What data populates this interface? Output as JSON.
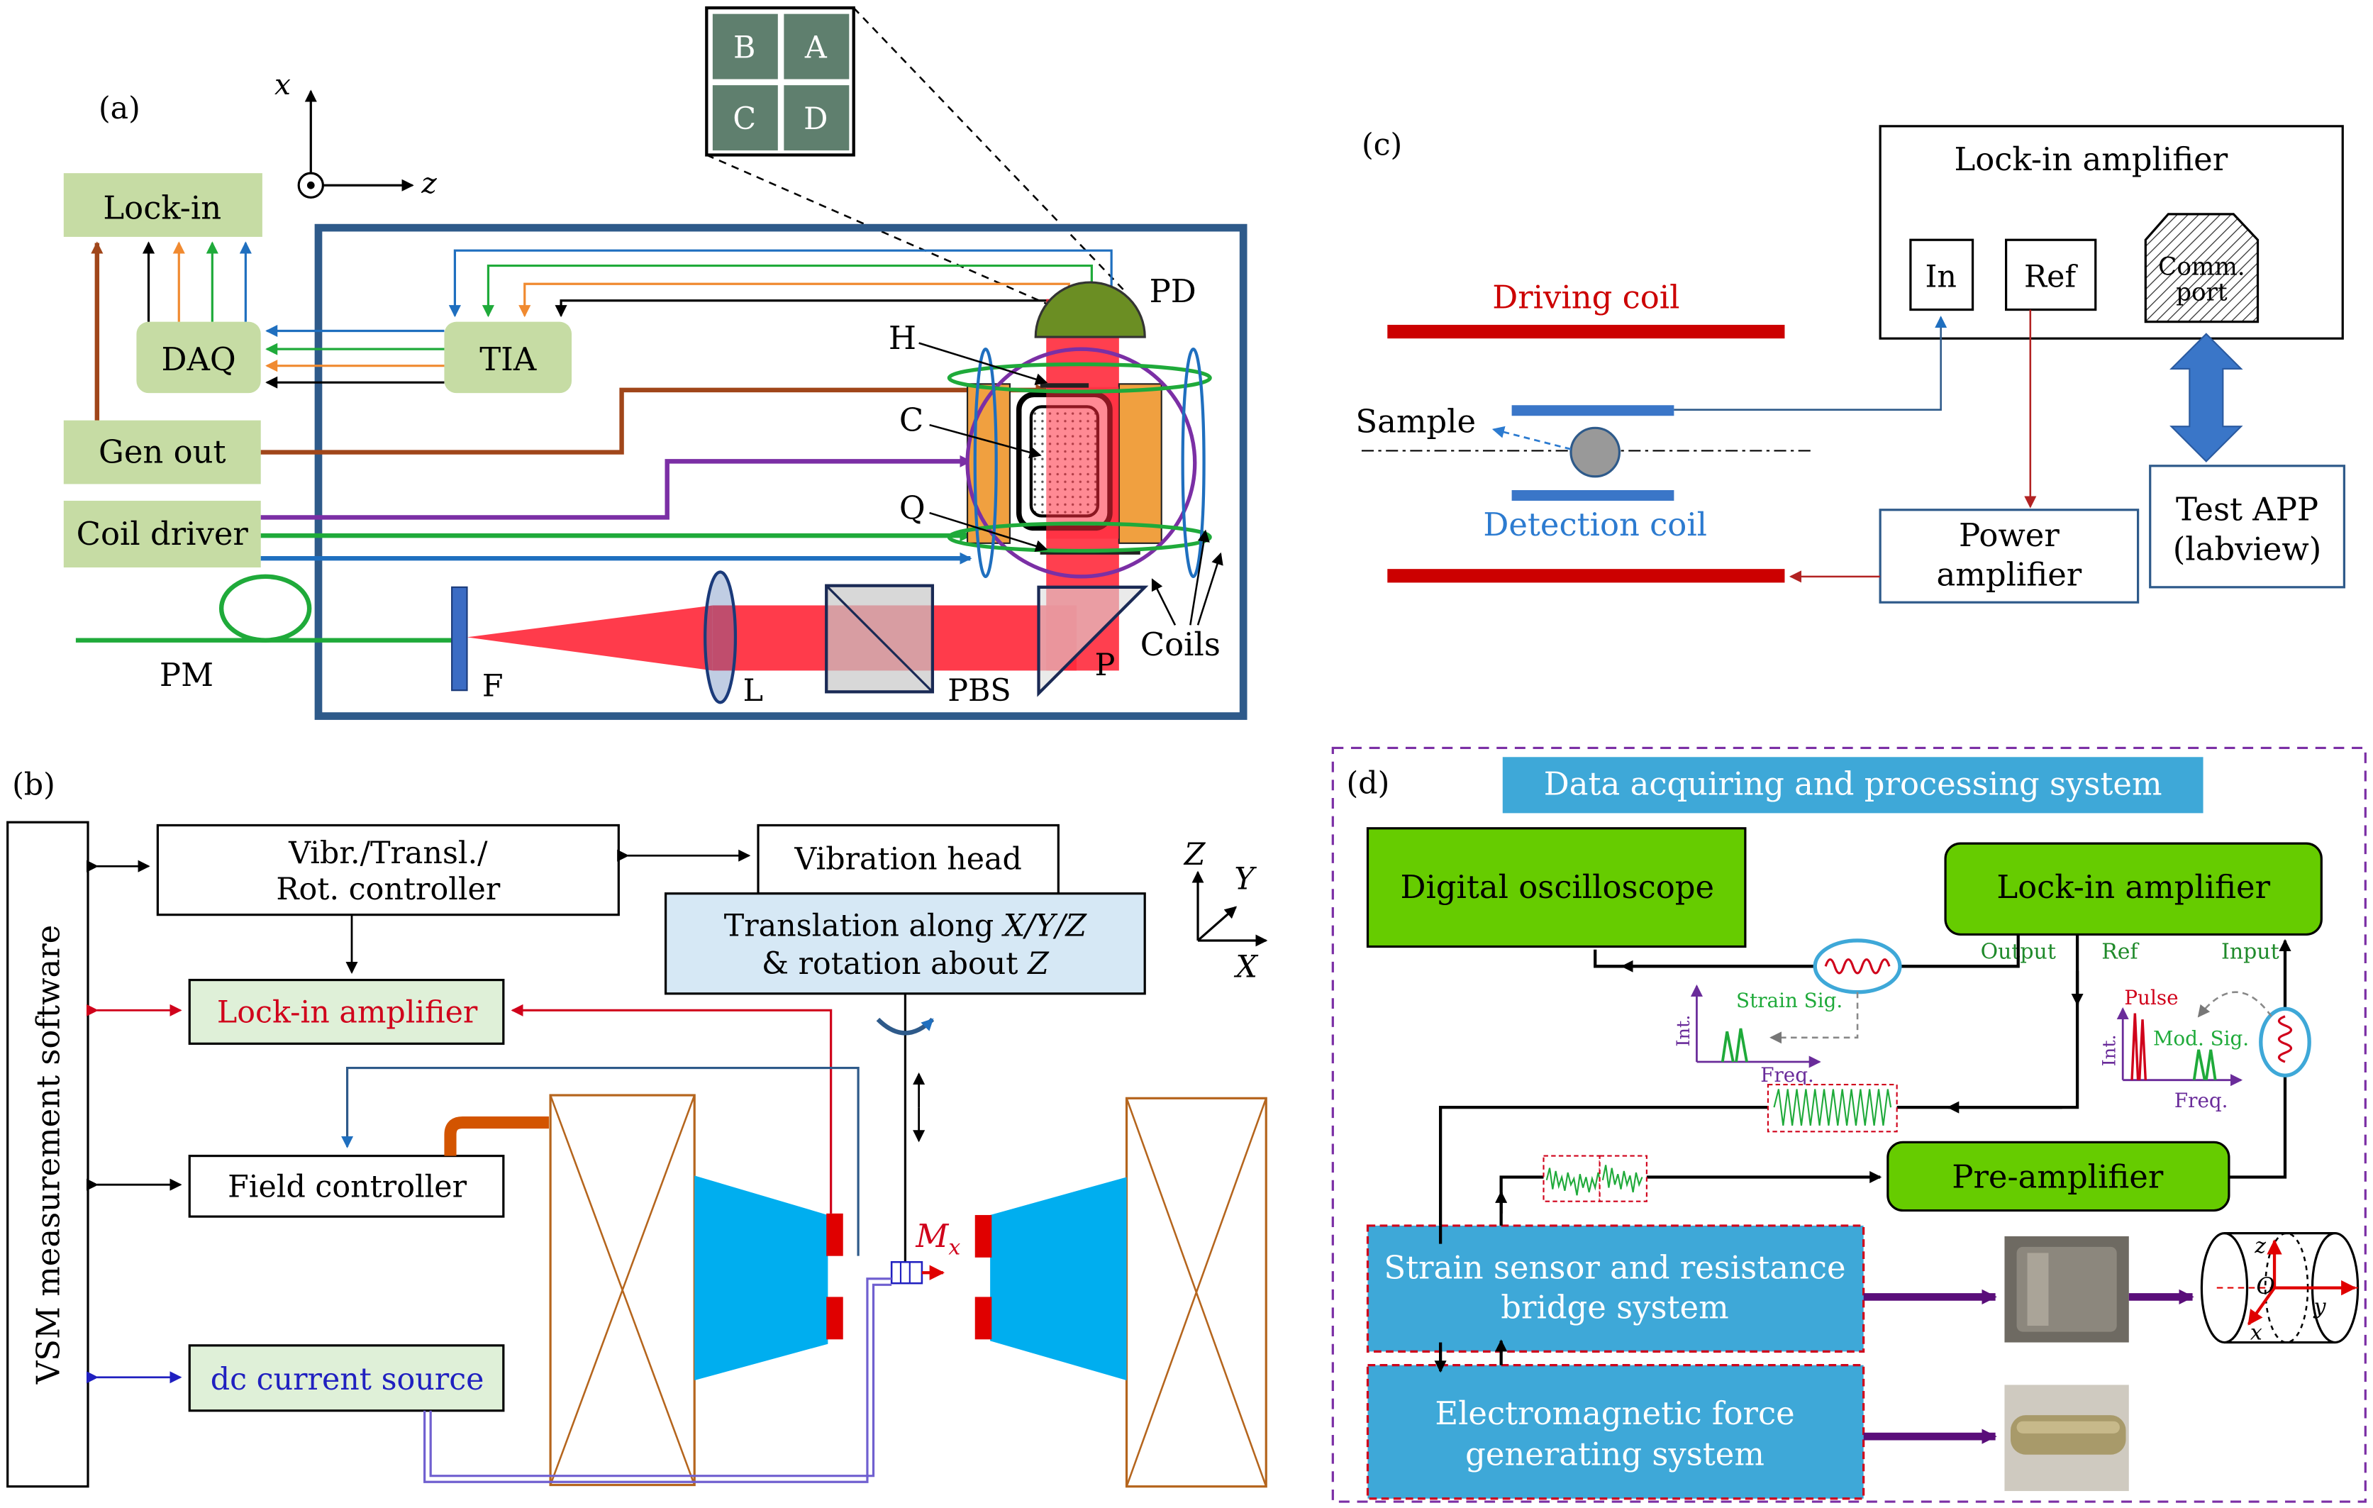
{
  "panel_a": {
    "label": "(a)",
    "axis_x": "x",
    "axis_z": "z",
    "quadrants": [
      "B",
      "A",
      "C",
      "D"
    ],
    "lockin": "Lock-in",
    "daq": "DAQ",
    "tia": "TIA",
    "gen_out": "Gen out",
    "coil_driver": "Coil driver",
    "pd": "PD",
    "h": "H",
    "c": "C",
    "q": "Q",
    "pm": "PM",
    "f": "F",
    "l": "L",
    "pbs": "PBS",
    "p": "P",
    "coils": "Coils"
  },
  "panel_b": {
    "label": "(b)",
    "vsm_software": "VSM measurement software",
    "vibr_controller_line1": "Vibr./Transl./",
    "vibr_controller_line2": "Rot. controller",
    "vibration_head": "Vibration head",
    "translation_line1_pre": "Translation along ",
    "translation_line1_var": "X/Y/Z",
    "translation_line2_pre": "& rotation about ",
    "translation_line2_var": "Z",
    "lockin_amplifier": "Lock-in amplifier",
    "field_controller": "Field controller",
    "dc_current_source": "dc current source",
    "mx": "M",
    "mx_sub": "x",
    "axis_Z": "Z",
    "axis_Y": "Y",
    "axis_X": "X"
  },
  "panel_c": {
    "label": "(c)",
    "lockin_amplifier": "Lock-in amplifier",
    "in": "In",
    "ref": "Ref",
    "comm_line1": "Comm.",
    "comm_line2": "port",
    "driving_coil": "Driving coil",
    "sample": "Sample",
    "detection_coil": "Detection coil",
    "power_line1": "Power",
    "power_line2": "amplifier",
    "test_line1": "Test APP",
    "test_line2": "(labview)"
  },
  "panel_d": {
    "label": "(d)",
    "title": "Data acquiring and processing system",
    "digital_oscilloscope": "Digital oscilloscope",
    "lockin_amplifier": "Lock-in amplifier",
    "output": "Output",
    "ref": "Ref",
    "input": "Input",
    "int1": "Int.",
    "strain_sig": "Strain Sig.",
    "freq1": "Freq.",
    "pulse": "Pulse",
    "int2": "Int.",
    "mod_sig": "Mod. Sig.",
    "freq2": "Freq.",
    "pre_amplifier": "Pre-amplifier",
    "strain_line1": "Strain sensor and resistance",
    "strain_line2": "bridge system",
    "em_line1": "Electromagnetic force",
    "em_line2": "generating system",
    "axis_z": "z",
    "axis_o": "O",
    "axis_y": "y",
    "axis_x": "x"
  },
  "colors": {
    "frame_blue": "#2e5a8a",
    "green_box": "#c6dca4",
    "red": "#d0021b",
    "laser": "#ff2a3c",
    "cyan": "#00aeef",
    "panel_d_blue": "#3ea8d8",
    "lime": "#66cc00",
    "purple": "#6a1b9a"
  }
}
